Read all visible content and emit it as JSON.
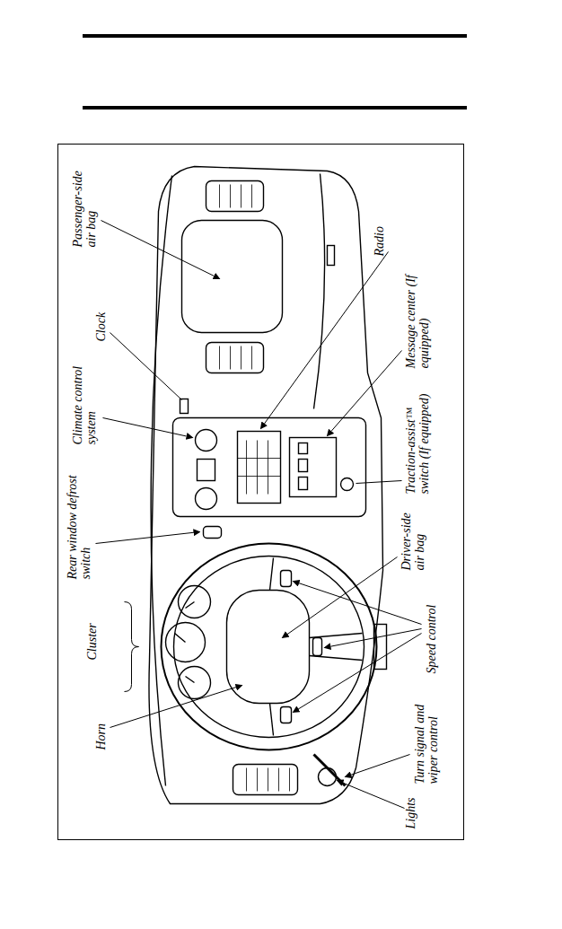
{
  "diagram": {
    "labels": [
      "Passenger-side air bag",
      "Clock",
      "Climate control system",
      "Radio",
      "Message center (If equipped)",
      "Rear window defrost switch",
      "Traction-assist™ switch (If equipped)",
      "Driver-side air bag",
      "Cluster",
      "Speed control",
      "Horn",
      "Lights",
      "Turn signal and wiper control"
    ]
  }
}
